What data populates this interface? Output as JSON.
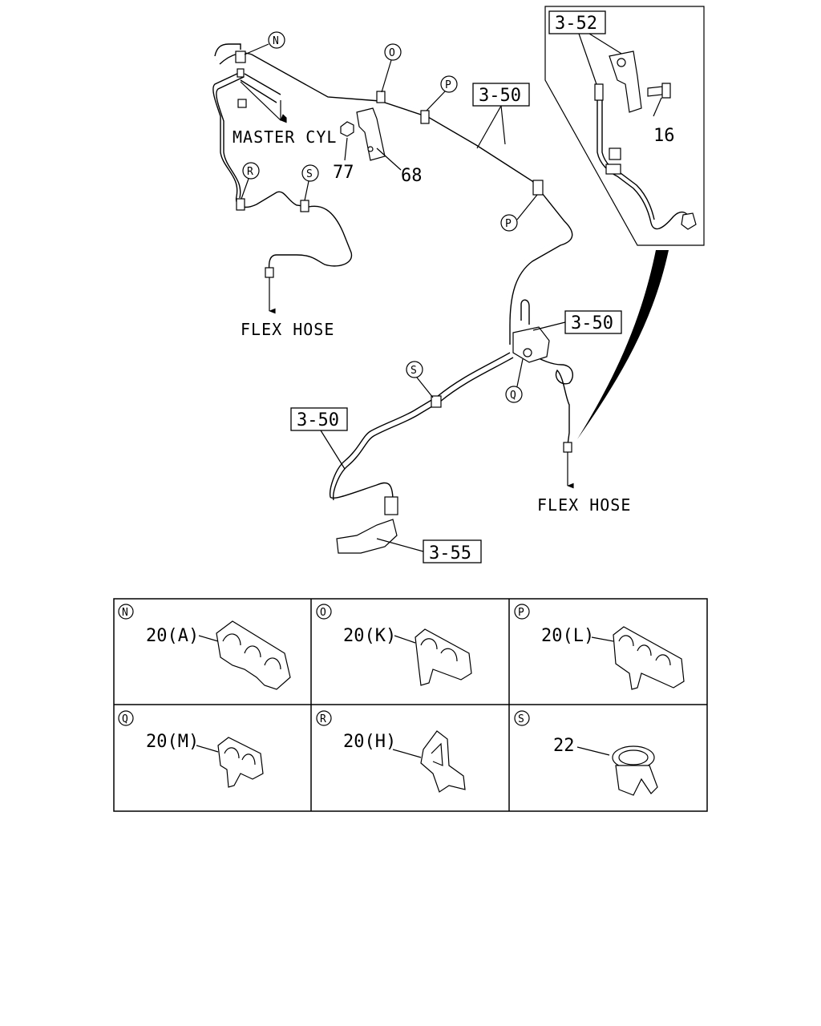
{
  "labels": {
    "master_cyl": "MASTER CYL",
    "flex_hose_left": "FLEX HOSE",
    "flex_hose_right": "FLEX HOSE"
  },
  "part_numbers": {
    "p77": "77",
    "p68": "68",
    "p16": "16"
  },
  "ref_boxes": {
    "ref_3_52": "3-52",
    "ref_3_50_top": "3-50",
    "ref_3_50_mid": "3-50",
    "ref_3_50_left": "3-50",
    "ref_3_55": "3-55"
  },
  "callouts": {
    "n": "N",
    "o": "O",
    "p1": "P",
    "p2": "P",
    "r": "R",
    "s1": "S",
    "s2": "S",
    "q": "Q"
  },
  "detail_table": {
    "cells": [
      {
        "letter": "N",
        "part": "20(A)"
      },
      {
        "letter": "O",
        "part": "20(K)"
      },
      {
        "letter": "P",
        "part": "20(L)"
      },
      {
        "letter": "Q",
        "part": "20(M)"
      },
      {
        "letter": "R",
        "part": "20(H)"
      },
      {
        "letter": "S",
        "part": "22"
      }
    ]
  }
}
